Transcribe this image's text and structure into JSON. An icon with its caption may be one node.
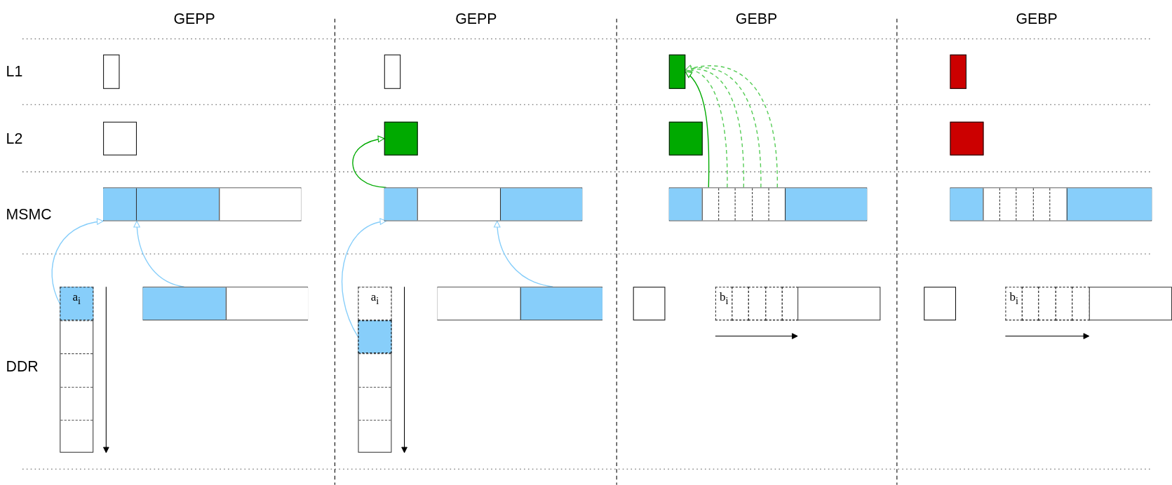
{
  "diagram": {
    "nodes": [
      {
        "text": [],
        "shape": "box"
      },
      {
        "text": [],
        "shape": "box"
      },
      {
        "text": [],
        "shape": "bar"
      },
      {
        "text": [],
        "shape": "bar"
      },
      {
        "text": [
          "a$_{i}$"
        ],
        "in": 3
      },
      {
        "text": [],
        "shape": "bar"
      },
      {
        "text": [],
        "shape": "box"
      },
      {
        "text": [],
        "shape": "box"
      },
      {
        "text": [],
        "shape": "bar"
      },
      {
        "text": [],
        "shape": "bar"
      },
      {
        "text": [
          "a$_{i}$"
        ],
        "in": 9
      },
      {
        "text": [],
        "shape": "box",
        "in": 9
      },
      {
        "text": [],
        "shape": "bar"
      },
      {
        "text": [],
        "shape": "box"
      },
      {
        "text": [],
        "shape": "box"
      },
      {
        "text": [],
        "shape": "bar"
      },
      {
        "text": [],
        "shape": "box"
      },
      {
        "text": [
          "b$_{i}$"
        ]
      },
      {
        "text": [],
        "shape": "box"
      },
      {
        "text": [],
        "shape": "box"
      },
      {
        "text": [],
        "shape": "box"
      },
      {
        "text": [],
        "shape": "box"
      },
      {
        "text": [],
        "shape": "bar"
      },
      {
        "text": [],
        "shape": "box"
      },
      {
        "text": [],
        "shape": "box"
      },
      {
        "text": [],
        "shape": "bar"
      },
      {
        "text": [],
        "shape": "box"
      },
      {
        "text": [
          "b$_{i}$"
        ]
      },
      {
        "text": [],
        "shape": "box"
      },
      {
        "text": [],
        "shape": "box"
      },
      {
        "text": [],
        "shape": "box"
      },
      {
        "text": [],
        "shape": "box"
      },
      {
        "text": [],
        "shape": "bar"
      }
    ],
    "edges": [
      {
        "from": 4,
        "to": 2,
        "arrow": "to",
        "color": "#87cefa"
      },
      {
        "from": 5,
        "to": 2,
        "arrow": "to",
        "color": "#87cefa"
      },
      {
        "from": 11,
        "to": 8,
        "arrow": "to",
        "color": "#87cefa"
      },
      {
        "from": 12,
        "to": 8,
        "arrow": "to",
        "color": "#87cefa"
      },
      {
        "from": 8,
        "to": 7,
        "arrow": "to",
        "color": "#00aa00"
      },
      {
        "from": 15,
        "to": 13,
        "arrow": "to",
        "color": "#00aa00"
      },
      {
        "from": 15,
        "to": 13,
        "arrow": "to",
        "style": "dashed",
        "color": "#55cc55"
      },
      {
        "from": 15,
        "to": 13,
        "arrow": "to",
        "style": "dashed",
        "color": "#55cc55"
      },
      {
        "from": 15,
        "to": 13,
        "arrow": "to",
        "style": "dashed",
        "color": "#55cc55"
      },
      {
        "from": 15,
        "to": 13,
        "arrow": "to",
        "style": "dashed",
        "color": "#55cc55"
      }
    ],
    "labels": [
      "GEPP",
      "GEPP",
      "GEBP",
      "GEBP",
      "L1",
      "L2",
      "MSMC",
      "DDR"
    ]
  }
}
